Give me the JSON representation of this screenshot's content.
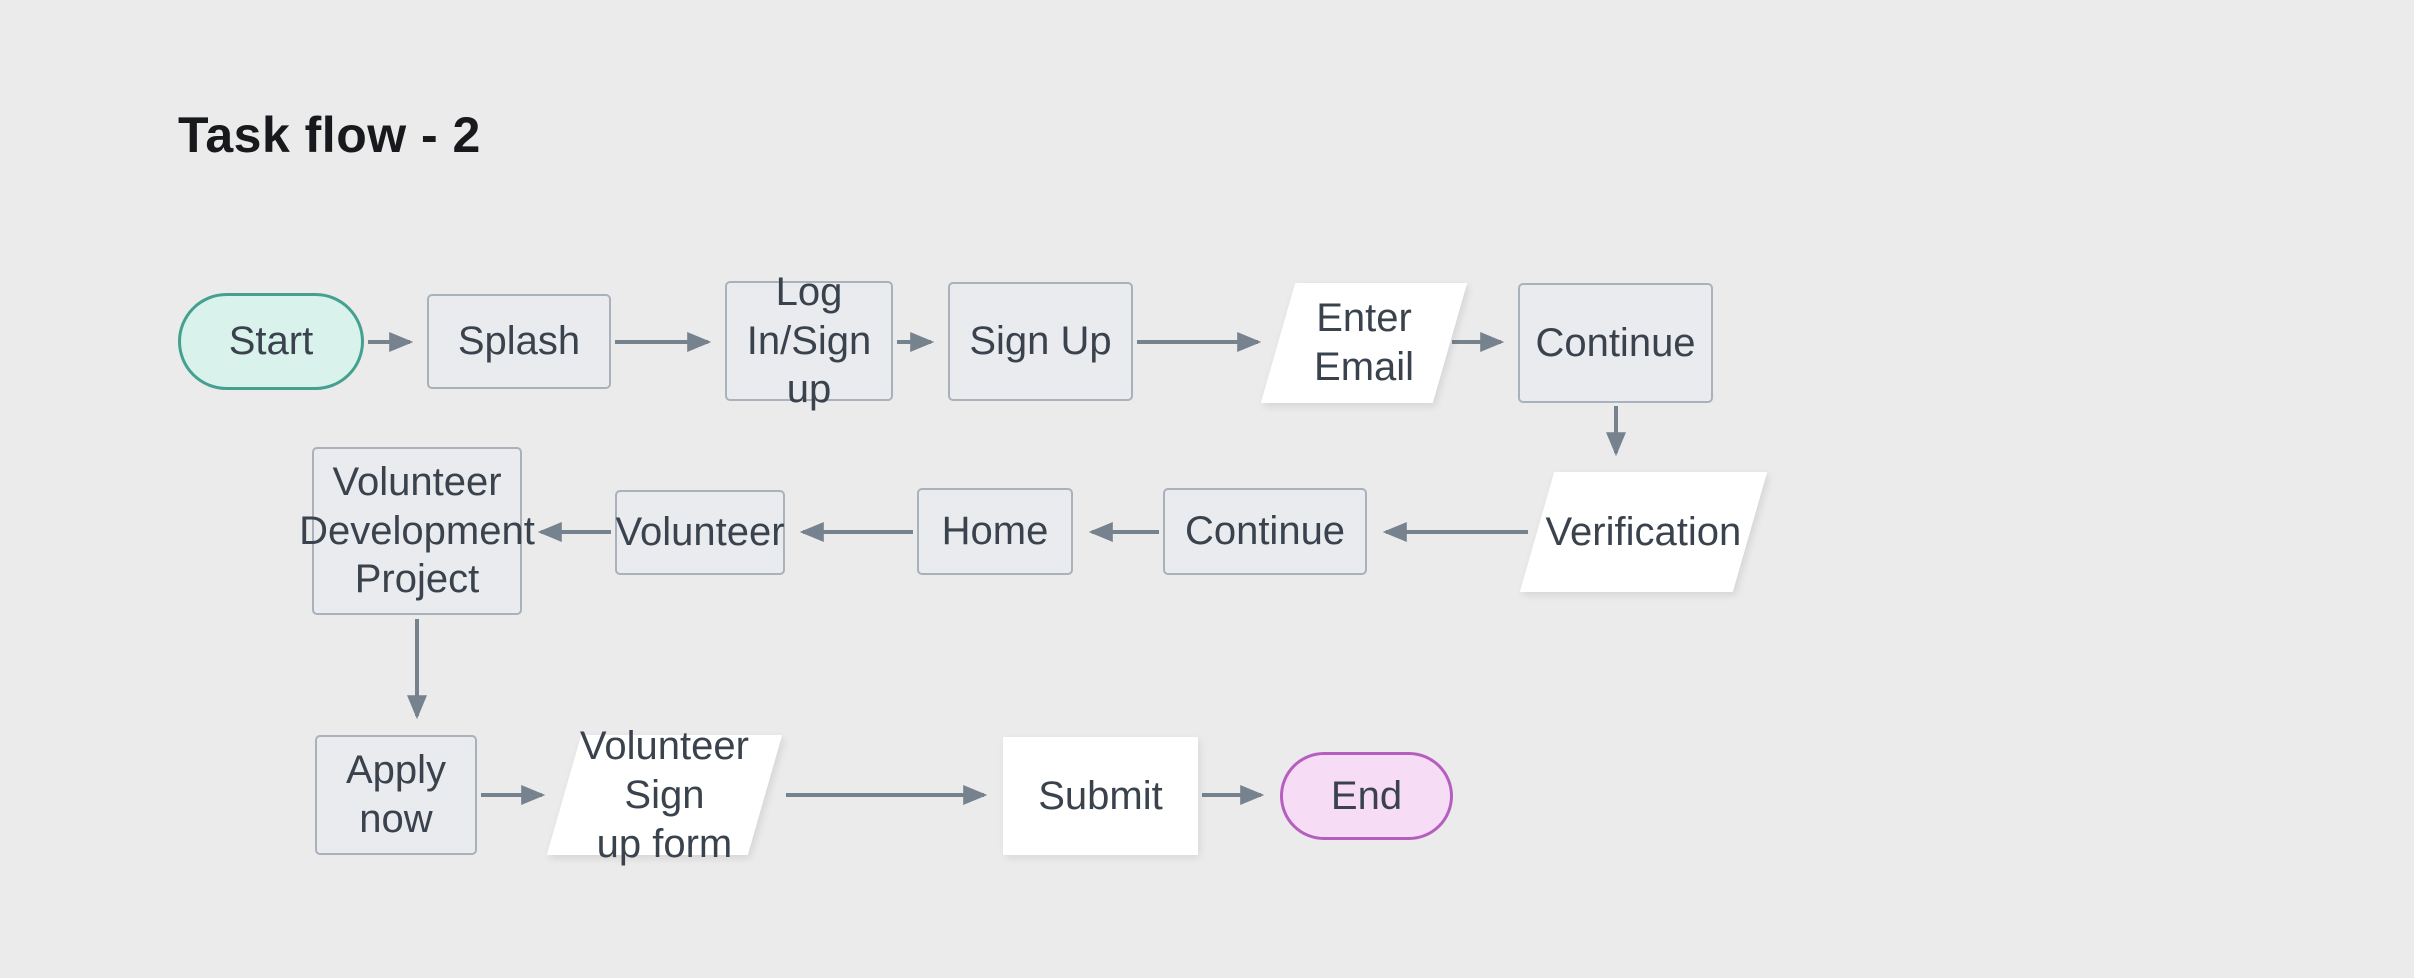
{
  "page": {
    "title": "Task flow - 2",
    "background_color": "#ebebeb"
  },
  "colors": {
    "process_fill": "#e9ebef",
    "process_border": "#a9b2ba",
    "io_fill": "#ffffff",
    "start_fill": "#d9f2ec",
    "start_border": "#44a190",
    "end_fill": "#f7dcf5",
    "end_border": "#b55ec0",
    "arrow": "#76828d",
    "node_text": "#3a434d",
    "title_text": "#17191c"
  },
  "flowchart": {
    "nodes": [
      {
        "id": "start",
        "type": "terminator",
        "label": "Start"
      },
      {
        "id": "splash",
        "type": "process",
        "label": "Splash"
      },
      {
        "id": "login",
        "type": "process",
        "label": "Log\nIn/Sign up"
      },
      {
        "id": "signup",
        "type": "process",
        "label": "Sign Up"
      },
      {
        "id": "enter-email",
        "type": "input-output",
        "label": "Enter\nEmail"
      },
      {
        "id": "continue-1",
        "type": "process",
        "label": "Continue"
      },
      {
        "id": "verification",
        "type": "input-output",
        "label": "Verification"
      },
      {
        "id": "continue-2",
        "type": "process",
        "label": "Continue"
      },
      {
        "id": "home",
        "type": "process",
        "label": "Home"
      },
      {
        "id": "volunteer",
        "type": "process",
        "label": "Volunteer"
      },
      {
        "id": "vdp",
        "type": "process",
        "label": "Volunteer\nDevelopment\nProject"
      },
      {
        "id": "apply-now",
        "type": "process",
        "label": "Apply now"
      },
      {
        "id": "signup-form",
        "type": "input-output",
        "label": "Volunteer Sign\nup form"
      },
      {
        "id": "submit",
        "type": "process-white",
        "label": "Submit"
      },
      {
        "id": "end",
        "type": "terminator",
        "label": "End"
      }
    ],
    "edges": [
      {
        "from": "start",
        "to": "splash"
      },
      {
        "from": "splash",
        "to": "login"
      },
      {
        "from": "login",
        "to": "signup"
      },
      {
        "from": "signup",
        "to": "enter-email"
      },
      {
        "from": "enter-email",
        "to": "continue-1"
      },
      {
        "from": "continue-1",
        "to": "verification"
      },
      {
        "from": "verification",
        "to": "continue-2"
      },
      {
        "from": "continue-2",
        "to": "home"
      },
      {
        "from": "home",
        "to": "volunteer"
      },
      {
        "from": "volunteer",
        "to": "vdp"
      },
      {
        "from": "vdp",
        "to": "apply-now"
      },
      {
        "from": "apply-now",
        "to": "signup-form"
      },
      {
        "from": "signup-form",
        "to": "submit"
      },
      {
        "from": "submit",
        "to": "end"
      }
    ]
  }
}
